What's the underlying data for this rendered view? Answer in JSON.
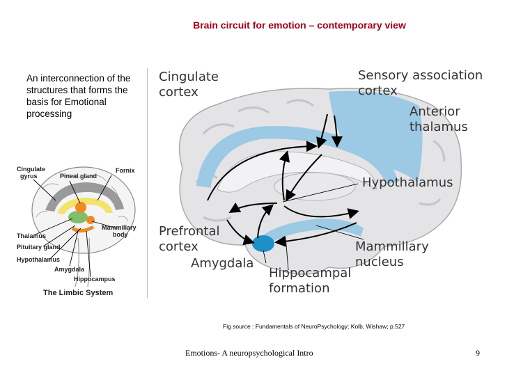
{
  "slide": {
    "title": "Brain circuit for emotion – contemporary view",
    "intro_text": "An interconnection of the structures that forms the basis for Emotional processing",
    "fig_source": "Fig source : Fundamentals of NeuroPsychology; Kolb, Wishaw; p.527",
    "footer_title": "Emotions- A neuropsychological Intro",
    "page_number": "9"
  },
  "limbic_figure": {
    "caption": "The Limbic System",
    "labels": {
      "cingulate_gyrus_l1": "Cingulate",
      "cingulate_gyrus_l2": "gyrus",
      "pineal_gland": "Pineal gland",
      "fornix": "Fornix",
      "mammillary_body_l1": "Mammillary",
      "mammillary_body_l2": "body",
      "thalamus": "Thalamus",
      "pituitary_gland": "Pituitary gland",
      "hypothalamus": "Hypothalamus",
      "amygdala": "Amygdala",
      "hippocampus": "Hippocampus"
    }
  },
  "brain_figure": {
    "labels": {
      "cingulate_l1": "Cingulate",
      "cingulate_l2": "cortex",
      "sensory_l1": "Sensory association",
      "sensory_l2": "cortex",
      "anterior_l1": "Anterior",
      "anterior_l2": "thalamus",
      "hypothalamus": "Hypothalamus",
      "prefrontal_l1": "Prefrontal",
      "prefrontal_l2": "cortex",
      "amygdala": "Amygdala",
      "hippocampal_l1": "Hippocampal",
      "hippocampal_l2": "formation",
      "mammillary_l1": "Mammillary",
      "mammillary_l2": "nucleus"
    }
  },
  "colors": {
    "title": "#a3001b",
    "highlight_blue": "#9cc9e3",
    "amygdala_blue": "#1f8fc8",
    "brain_gray": "#e4e4e6"
  }
}
